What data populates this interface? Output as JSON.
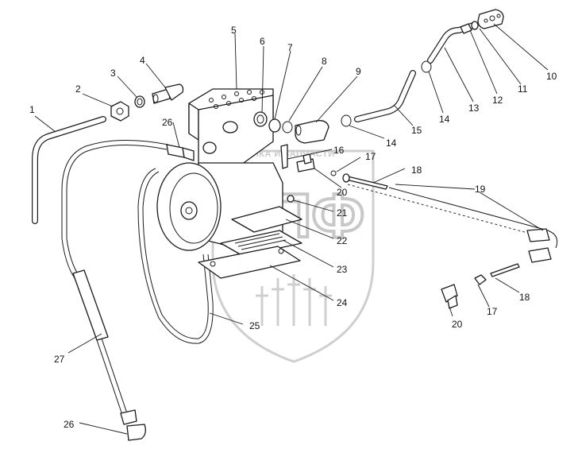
{
  "watermark": {
    "brand_text": "ТЕХНИКА И ЗАПЧАСТИ",
    "logo_letters": "ЭПФ",
    "color": "#c9c9c9"
  },
  "callouts": [
    {
      "id": "c1",
      "label": "1"
    },
    {
      "id": "c2",
      "label": "2"
    },
    {
      "id": "c3",
      "label": "3"
    },
    {
      "id": "c4",
      "label": "4"
    },
    {
      "id": "c5",
      "label": "5"
    },
    {
      "id": "c6",
      "label": "6"
    },
    {
      "id": "c7",
      "label": "7"
    },
    {
      "id": "c8",
      "label": "8"
    },
    {
      "id": "c9",
      "label": "9"
    },
    {
      "id": "c10",
      "label": "10"
    },
    {
      "id": "c11",
      "label": "11"
    },
    {
      "id": "c12",
      "label": "12"
    },
    {
      "id": "c13",
      "label": "13"
    },
    {
      "id": "c14a",
      "label": "14"
    },
    {
      "id": "c14b",
      "label": "14"
    },
    {
      "id": "c15",
      "label": "15"
    },
    {
      "id": "c16",
      "label": "16"
    },
    {
      "id": "c17a",
      "label": "17"
    },
    {
      "id": "c17b",
      "label": "17"
    },
    {
      "id": "c18a",
      "label": "18"
    },
    {
      "id": "c18b",
      "label": "18"
    },
    {
      "id": "c19",
      "label": "19"
    },
    {
      "id": "c20a",
      "label": "20"
    },
    {
      "id": "c20b",
      "label": "20"
    },
    {
      "id": "c21",
      "label": "21"
    },
    {
      "id": "c22",
      "label": "22"
    },
    {
      "id": "c23",
      "label": "23"
    },
    {
      "id": "c24",
      "label": "24"
    },
    {
      "id": "c25",
      "label": "25"
    },
    {
      "id": "c26a",
      "label": "26"
    },
    {
      "id": "c26b",
      "label": "26"
    },
    {
      "id": "c27",
      "label": "27"
    }
  ]
}
